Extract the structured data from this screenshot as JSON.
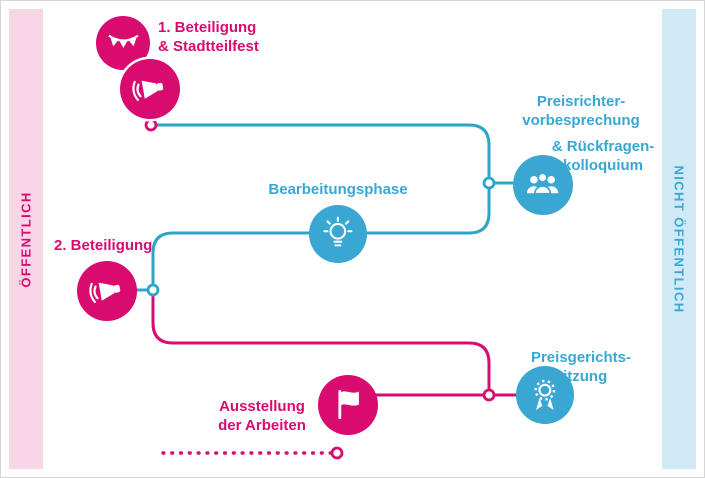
{
  "colors": {
    "pink": "#d80b6f",
    "blue": "#3aa7d3",
    "teal": "#2ba6c6",
    "pink_band": "#f8d6e8",
    "blue_band": "#cfe9f7"
  },
  "bands": {
    "left": {
      "label": "ÖFFENTLICH"
    },
    "right": {
      "label": "NICHT ÖFFENTLICH"
    }
  },
  "steps": {
    "step1": {
      "lines": [
        "1. Beteiligung",
        "& Stadtteilfest"
      ]
    },
    "jury_briefing": {
      "lines": [
        "Preisrichter-",
        "vorbesprechung",
        "& Rückfragen-",
        "kolloquium"
      ]
    },
    "work_phase": {
      "lines": [
        "Bearbeitungsphase"
      ]
    },
    "step2": {
      "lines": [
        "2. Beteiligung"
      ]
    },
    "jury_session": {
      "lines": [
        "Preisgerichts-",
        "sitzung"
      ]
    },
    "exhibition": {
      "lines": [
        "Ausstellung",
        "der Arbeiten"
      ]
    }
  },
  "icons": {
    "step1": [
      "garland-icon",
      "megaphone-icon"
    ],
    "jury_briefing": "jury-people-icon",
    "work_phase": "lightbulb-icon",
    "step2": "megaphone-icon",
    "jury_session": "medal-icon",
    "exhibition": "flag-icon"
  }
}
